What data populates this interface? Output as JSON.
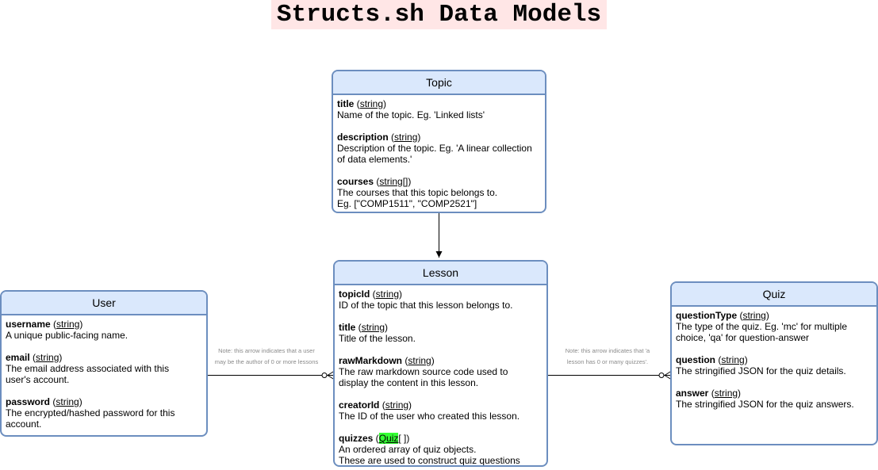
{
  "title": "Structs.sh Data Models",
  "entities": {
    "topic": {
      "name": "Topic",
      "fields": [
        {
          "name": "title",
          "type": "string",
          "desc": "Name of the topic. Eg. 'Linked lists'"
        },
        {
          "name": "description",
          "type": "string",
          "desc": "Description of the topic. Eg. 'A linear collection\nof data elements.'"
        },
        {
          "name": "courses",
          "type": "string[]",
          "desc": "The courses that this topic belongs to.\nEg. [\"COMP1511\", \"COMP2521\"]"
        }
      ]
    },
    "lesson": {
      "name": "Lesson",
      "fields": [
        {
          "name": "topicId",
          "type": "string",
          "desc": "ID of the topic that this lesson belongs to."
        },
        {
          "name": "title",
          "type": "string",
          "desc": "Title of the lesson."
        },
        {
          "name": "rawMarkdown",
          "type": "string",
          "desc": "The raw markdown source code used to\ndisplay the content in this lesson."
        },
        {
          "name": "creatorId",
          "type": "string",
          "desc": "The ID of the user who created this lesson."
        },
        {
          "name": "quizzes",
          "type_highlight": "Quiz",
          "type_suffix": "[ ]",
          "desc": "An ordered array of quiz objects.\nThese are used to construct quiz questions\nin the frontend."
        }
      ]
    },
    "user": {
      "name": "User",
      "fields": [
        {
          "name": "username",
          "type": "string",
          "desc": "A unique public-facing name."
        },
        {
          "name": "email",
          "type": "string",
          "desc": "The email address associated with this\nuser's account."
        },
        {
          "name": "password",
          "type": "string",
          "desc": "The encrypted/hashed password for this\naccount."
        }
      ]
    },
    "quiz": {
      "name": "Quiz",
      "fields": [
        {
          "name": "questionType",
          "type": "string",
          "desc": " The type of the quiz. Eg. 'mc' for multiple\n choice, 'qa' for question-answer"
        },
        {
          "name": "question",
          "type": "string",
          "desc": " The stringified JSON for the quiz details."
        },
        {
          "name": "answer",
          "type": "string",
          "desc": " The stringified JSON for the quiz answers."
        }
      ]
    }
  },
  "notes": {
    "user_lesson": "Note: this arrow indicates that a user\nmay be the author of 0 or more lessons",
    "lesson_quiz": "Note: this arrow indicates that 'a\nlesson has 0 or many quizzes'."
  },
  "colors": {
    "entity_border": "#6c8ebf",
    "entity_header": "#dae8fc",
    "title_background": "#ffe6e6",
    "type_highlight": "#33ff33"
  }
}
